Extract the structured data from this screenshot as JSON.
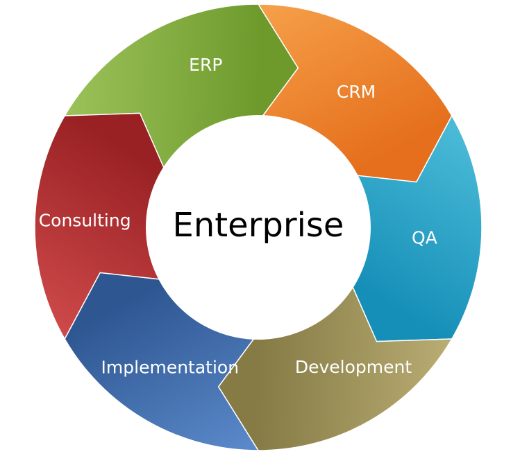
{
  "center": {
    "label": "Enterprise"
  },
  "segments": [
    {
      "id": "erp",
      "label": "ERP",
      "color_light": "#9cc25a",
      "color_dark": "#6e9a2c"
    },
    {
      "id": "crm",
      "label": "CRM",
      "color_light": "#f6a04a",
      "color_dark": "#e56f1c"
    },
    {
      "id": "qa",
      "label": "QA",
      "color_light": "#4cbcd8",
      "color_dark": "#168fb8"
    },
    {
      "id": "development",
      "label": "Development",
      "color_light": "#b9ad74",
      "color_dark": "#867a45"
    },
    {
      "id": "implementation",
      "label": "Implementation",
      "color_light": "#5c8acb",
      "color_dark": "#2e5792"
    },
    {
      "id": "consulting",
      "label": "Consulting",
      "color_light": "#cf4a4a",
      "color_dark": "#992124"
    }
  ]
}
